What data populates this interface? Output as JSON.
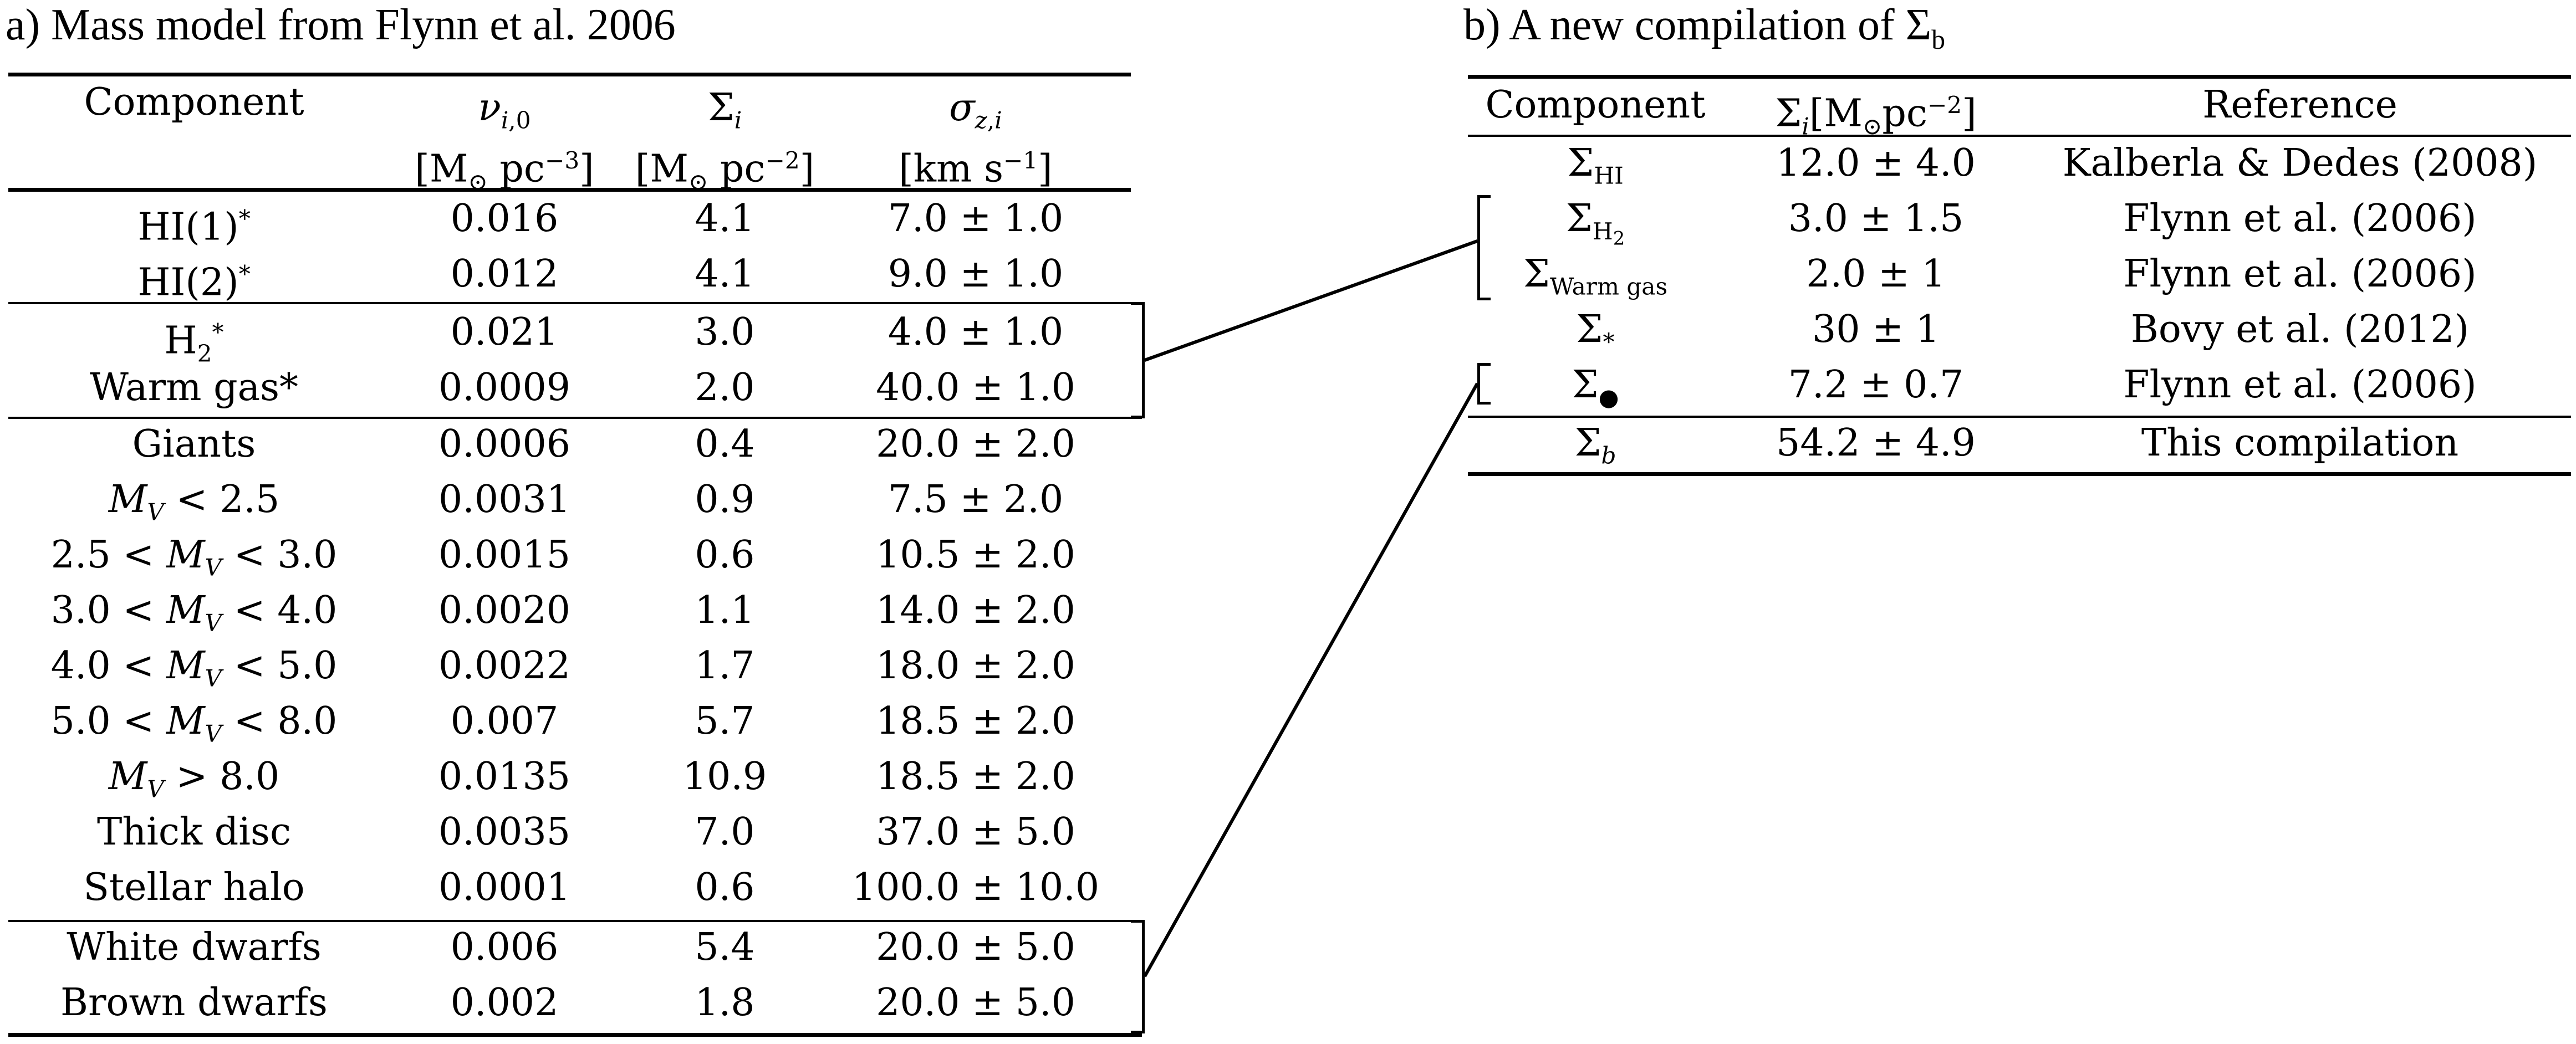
{
  "table_a": {
    "caption": "a) Mass model from Flynn et al. 2006",
    "header_row1": {
      "component": "Component",
      "nu": "νi,0",
      "sigma": "Σi",
      "sigma_z": "σz,i"
    },
    "header_row2": {
      "nu_unit": "[M⊙ pc−3]",
      "sigma_unit": "[M⊙ pc−2]",
      "sigma_z_unit": "[km s−1]"
    },
    "rows": [
      {
        "component": "HI(1)*",
        "nu": "0.016",
        "sigma": "4.1",
        "sigma_z": "7.0 ± 1.0"
      },
      {
        "component": "HI(2)*",
        "nu": "0.012",
        "sigma": "4.1",
        "sigma_z": "9.0 ± 1.0"
      },
      {
        "component": "H2*",
        "nu": "0.021",
        "sigma": "3.0",
        "sigma_z": "4.0 ± 1.0"
      },
      {
        "component": "Warm gas*",
        "nu": "0.0009",
        "sigma": "2.0",
        "sigma_z": "40.0 ± 1.0"
      },
      {
        "component": "Giants",
        "nu": "0.0006",
        "sigma": "0.4",
        "sigma_z": "20.0 ± 2.0"
      },
      {
        "component": "MV < 2.5",
        "nu": "0.0031",
        "sigma": "0.9",
        "sigma_z": "7.5 ± 2.0"
      },
      {
        "component": "2.5 < MV < 3.0",
        "nu": "0.0015",
        "sigma": "0.6",
        "sigma_z": "10.5 ± 2.0"
      },
      {
        "component": "3.0 < MV < 4.0",
        "nu": "0.0020",
        "sigma": "1.1",
        "sigma_z": "14.0 ± 2.0"
      },
      {
        "component": "4.0 < MV < 5.0",
        "nu": "0.0022",
        "sigma": "1.7",
        "sigma_z": "18.0 ± 2.0"
      },
      {
        "component": "5.0 < MV < 8.0",
        "nu": "0.007",
        "sigma": "5.7",
        "sigma_z": "18.5 ± 2.0"
      },
      {
        "component": "MV > 8.0",
        "nu": "0.0135",
        "sigma": "10.9",
        "sigma_z": "18.5 ± 2.0"
      },
      {
        "component": "Thick disc",
        "nu": "0.0035",
        "sigma": "7.0",
        "sigma_z": "37.0 ± 5.0"
      },
      {
        "component": "Stellar halo",
        "nu": "0.0001",
        "sigma": "0.6",
        "sigma_z": "100.0 ± 10.0"
      },
      {
        "component": "White dwarfs",
        "nu": "0.006",
        "sigma": "5.4",
        "sigma_z": "20.0 ± 5.0"
      },
      {
        "component": "Brown dwarfs",
        "nu": "0.002",
        "sigma": "1.8",
        "sigma_z": "20.0 ± 5.0"
      }
    ]
  },
  "table_b": {
    "caption": "b) A new compilation of Σb",
    "header": {
      "component": "Component",
      "sigma": "Σi[M⊙pc−2]",
      "reference": "Reference"
    },
    "rows": [
      {
        "component": "ΣHI",
        "value": "12.0 ± 4.0",
        "reference": "Kalberla & Dedes (2008)"
      },
      {
        "component": "ΣH2",
        "value": "3.0 ± 1.5",
        "reference": "Flynn et al. (2006)"
      },
      {
        "component": "ΣWarm gas",
        "value": "2.0 ± 1",
        "reference": "Flynn et al. (2006)"
      },
      {
        "component": "Σ*",
        "value": "30 ± 1",
        "reference": "Bovy et al. (2012)"
      },
      {
        "component": "Σ•",
        "value": "7.2 ± 0.7",
        "reference": "Flynn et al. (2006)"
      },
      {
        "component": "Σb",
        "value": "54.2 ± 4.9",
        "reference": "This compilation"
      }
    ]
  }
}
